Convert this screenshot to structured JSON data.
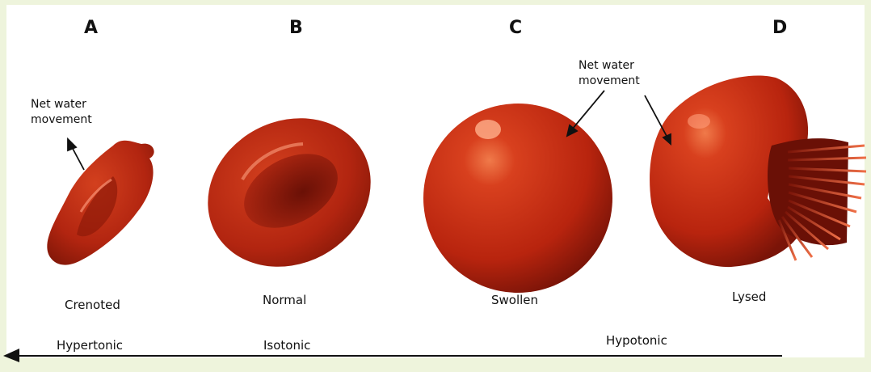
{
  "panels": [
    {
      "letter": "A",
      "label": "Crenoted"
    },
    {
      "letter": "B",
      "label": "Normal"
    },
    {
      "letter": "C",
      "label": "Swollen"
    },
    {
      "letter": "D",
      "label": "Lysed"
    }
  ],
  "annotations": {
    "left_note": [
      "Net water",
      "movement"
    ],
    "right_note": [
      "Net water",
      "movement"
    ]
  },
  "tonicity": {
    "hypertonic": "Hypertonic",
    "isotonic": "Isotonic",
    "hypotonic": "Hypotonic"
  }
}
